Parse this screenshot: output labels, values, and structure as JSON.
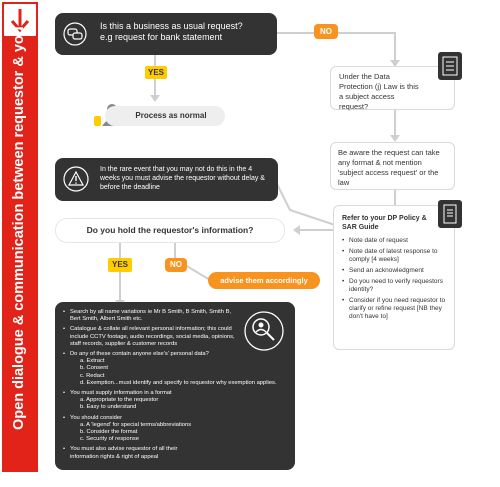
{
  "banner": {
    "text": "Open dialogue & communication between requestor & you"
  },
  "q1": {
    "line1": "Is this a business as usual request?",
    "line2": "e.g request for bank statement"
  },
  "labels": {
    "yes1": "YES",
    "no1": "NO",
    "yes2": "YES",
    "no2": "NO"
  },
  "process": {
    "text": "Process as normal"
  },
  "dp_question": {
    "text": "Under the Data Protection (j) Law is this a subject access request?"
  },
  "aware": {
    "text": "Be aware the request can take any format & not mention 'subject access request' or the law"
  },
  "rare": {
    "text": "In the rare event that you may not do this in the 4 weeks you must advise the requestor without delay & before the deadline"
  },
  "hold": {
    "text": "Do you hold the requestor's information?"
  },
  "advise": {
    "text": "advise them accordingly"
  },
  "guide": {
    "title": "Refer to your DP Policy & SAR Guide",
    "items": [
      "Note date of request",
      "Note date of latest response to comply [4 weeks]",
      "Send an acknowledgment",
      "Do you need to verify requestors identity?",
      "Consider if you need requestor to clarify or refine request [NB they don't have to]"
    ]
  },
  "search": {
    "items": [
      {
        "text": "Search by all name variations ie Mr B Smith, B Smith, Smith B, Bert Smith, Albert Smith etc.",
        "subs": []
      },
      {
        "text": "Catalogue & collate all relevant personal information; this could include CCTV footage, audio recordings, social media, opinions, staff records, supplier & customer records",
        "subs": []
      },
      {
        "text": "Do any of these contain anyone else's' personal data?",
        "subs": [
          "a. Extract",
          "b. Consent",
          "c. Redact",
          "d. Exemption...must identify and specify to requestor why exemption applies."
        ]
      },
      {
        "text": "You must supply information in a format",
        "subs": [
          "a. Appropriate to the requestor",
          "b. Easy to understand"
        ]
      },
      {
        "text": "You should consider",
        "subs": [
          "a. A 'legend' for special terms/abbreviations",
          "b. Consider the format",
          "c. Security of response"
        ]
      },
      {
        "text": "You must also advise requestor of all their information rights & right of appeal",
        "subs": []
      }
    ]
  },
  "colors": {
    "red": "#e2231a",
    "orange": "#f7931e",
    "yellow": "#ffcc00",
    "dark": "#333333"
  },
  "icons": [
    "chat-bubbles-icon",
    "person-icon",
    "clipboard-icon",
    "warning-icon",
    "document-icon",
    "magnifier-person-icon",
    "arrow-down-icon"
  ]
}
